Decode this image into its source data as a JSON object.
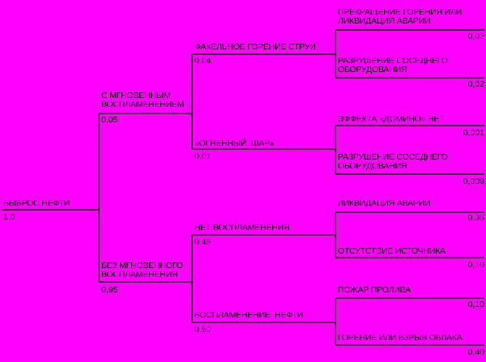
{
  "colors": {
    "background": "#FF00FF",
    "lines": "#000000"
  },
  "root": {
    "label": "ВЫБРОС НЕФТИ",
    "prob": "1,0"
  },
  "level1": {
    "instant": {
      "label": "С МГНОВЕННЫМ\nВОСПЛАМЕНЕНИЕМ",
      "prob": "0,05"
    },
    "no_instant": {
      "label": "БЕЗ МГНОВЕННОГО\nВОСПЛАМЕНЕНИЯ",
      "prob": "0,95"
    }
  },
  "level2": {
    "jet": {
      "label": "ФАКЕЛЬНОЕ ГОРЕНИЕ СТРУИ",
      "prob": "0,04"
    },
    "fireball": {
      "label": "«ОГНЕННЫЙ  ШАР»",
      "prob": "0,01"
    },
    "no_ignition": {
      "label": "НЕТ ВОСПЛАМЕНЕНИЯ",
      "prob": "0,45"
    },
    "ignition": {
      "label": "ВОСПЛАМЕНЕНИЕ  НЕФТИ",
      "prob": "0,50"
    }
  },
  "leaves": {
    "jet_stop": {
      "label": "ПРЕКРАЩЕНИЕ ГОРЕНИЯ ИЛИ\nЛИКВИДАЦИЯ АВАРИИ",
      "prob": "0,02"
    },
    "jet_destroy": {
      "label": "РАЗРУШЕНИЕ СОСЕДНЕГО\nОБОРУДОВАНИЯ",
      "prob": "0,02"
    },
    "fb_domino": {
      "label": "ЭФФЕКТА «ДОМИНО» НЕТ",
      "prob": "0,001"
    },
    "fb_destroy": {
      "label": "РАЗРУШЕНИЕ СОСЕДНЕГО\nОБОРУДОВАНИЯ",
      "prob": "0,009"
    },
    "ni_liquid": {
      "label": "ЛИКВИДАЦИЯ АВАРИИ",
      "prob": "0,35"
    },
    "ni_nosource": {
      "label": "ОТСУТСТВИЕ ИСТОЧНИКА",
      "prob": "0,10"
    },
    "ig_pool": {
      "label": "ПОЖАР ПРОЛИВА",
      "prob": "0,10"
    },
    "ig_cloud": {
      "label": "ГОРЕНИЕ ИЛИ ВЗРЫВ ОБЛАКА",
      "prob": "0,40"
    }
  }
}
